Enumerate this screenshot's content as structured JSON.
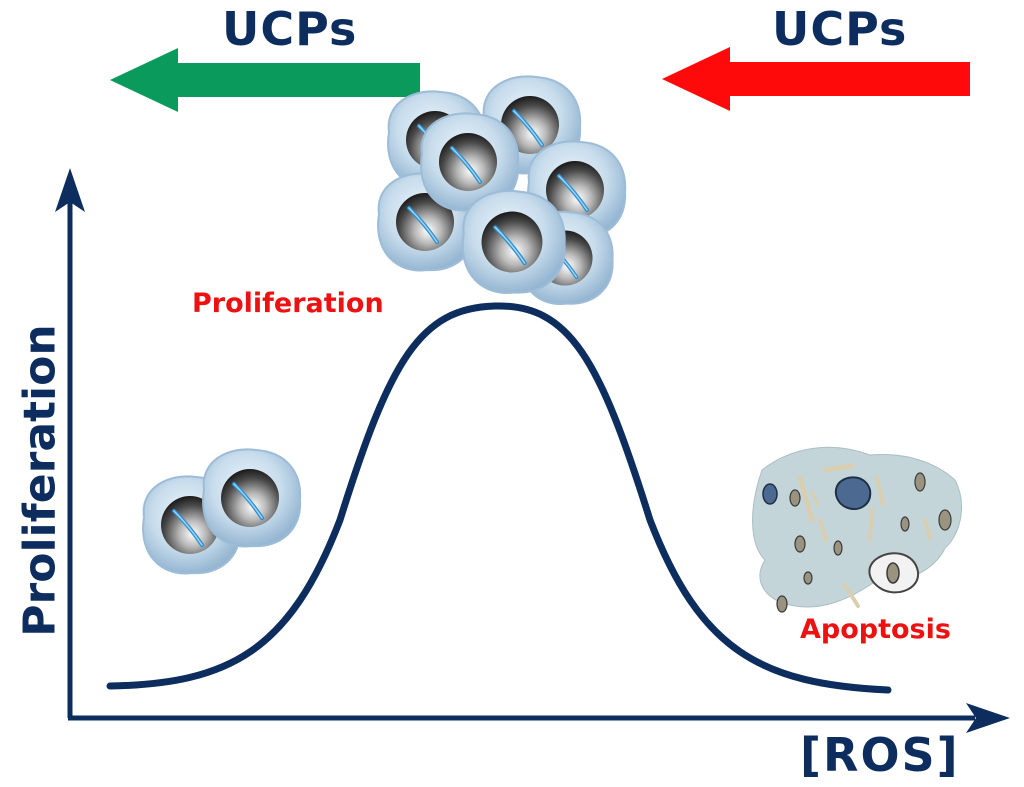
{
  "arrows": {
    "left": {
      "label": "UCPs",
      "color": "#0a9a5c"
    },
    "right": {
      "label": "UCPs",
      "color": "#ff0a0a"
    }
  },
  "axes": {
    "y_label": "Proliferation",
    "x_label": "[ROS]",
    "color": "#0d2d5e"
  },
  "annotations": {
    "peak": "Proliferation",
    "tail": "Apoptosis",
    "color": "#ee1111"
  },
  "illustrations": {
    "low_ros": "cell-pair-icon",
    "peak": "cell-cluster-icon",
    "high_ros": "apoptotic-cell-icon"
  }
}
